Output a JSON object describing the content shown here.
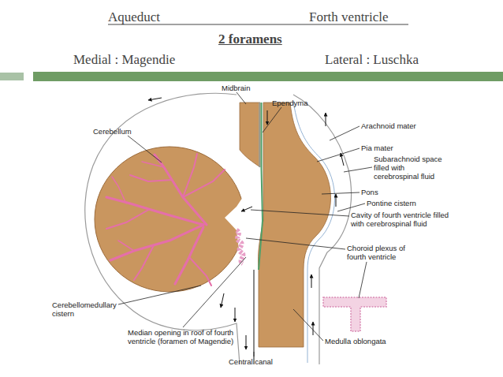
{
  "diagram": {
    "labels": [
      "Aqueduct",
      "Forth ventricle",
      "2 foramens",
      "Medial : Magendie",
      "Lateral : Luschka",
      "Midbrain",
      "Ependyma",
      "Cerebellum",
      "Arachnoid mater",
      "Pia mater",
      "Subarachnoid space filled with cerebrospinal fluid",
      "Pons",
      "Pontine cistern",
      "Cavity of fourth ventricle filled with cerebrospinal fluid",
      "Choroid plexus of fourth ventricle",
      "Cerebellomedullary cistern",
      "Median opening in roof of fourth ventricle (foramen of Magendie)",
      "Central canal",
      "Medulla oblongata"
    ]
  }
}
